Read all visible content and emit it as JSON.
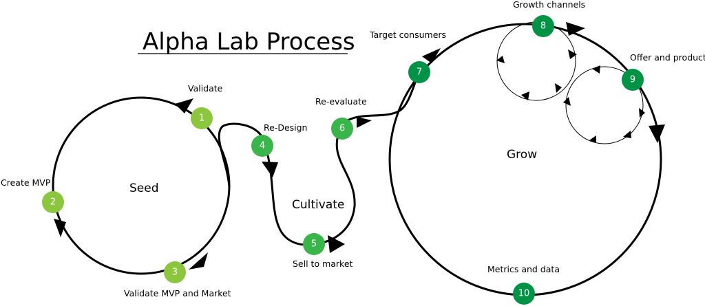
{
  "title": "Alpha Lab Process",
  "sections": {
    "seed": "Seed",
    "cultivate": "Cultivate",
    "grow": "Grow"
  },
  "colors": {
    "light_green": "#8cc63f",
    "mid_green": "#39b54a",
    "dark_green": "#009245",
    "line": "#000000"
  },
  "steps": [
    {
      "num": "1",
      "label": "Validate"
    },
    {
      "num": "2",
      "label": "Create MVP"
    },
    {
      "num": "3",
      "label": "Validate MVP and Market"
    },
    {
      "num": "4",
      "label": "Re-Design"
    },
    {
      "num": "5",
      "label": "Sell to market"
    },
    {
      "num": "6",
      "label": "Re-evaluate"
    },
    {
      "num": "7",
      "label": "Target consumers"
    },
    {
      "num": "8",
      "label": "Growth channels"
    },
    {
      "num": "9",
      "label": "Offer and product"
    },
    {
      "num": "10",
      "label": "Metrics and data"
    }
  ]
}
